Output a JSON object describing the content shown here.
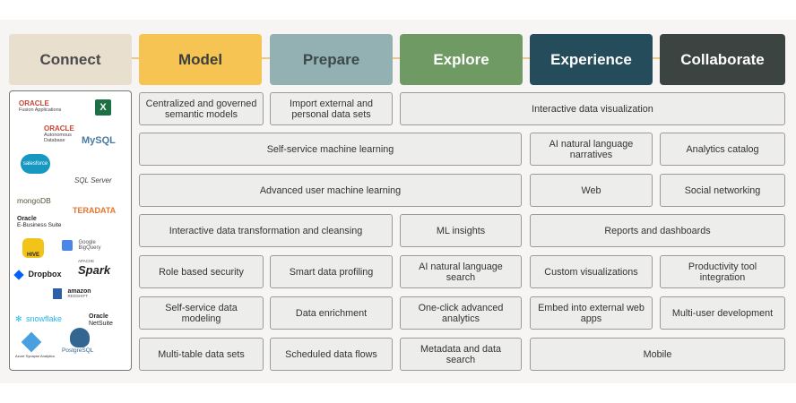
{
  "headers": [
    {
      "label": "Connect",
      "color": "#e8dfcf",
      "text": "#4a4a4a"
    },
    {
      "label": "Model",
      "color": "#f6c453",
      "text": "#3e3e3e"
    },
    {
      "label": "Prepare",
      "color": "#93b1b3",
      "text": "#3c4a4c"
    },
    {
      "label": "Explore",
      "color": "#6f9a64",
      "text": "#ffffff"
    },
    {
      "label": "Experience",
      "color": "#254c5b",
      "text": "#ffffff"
    },
    {
      "label": "Collaborate",
      "color": "#3c4441",
      "text": "#ffffff"
    }
  ],
  "sources": [
    {
      "id": "oracle-fusion",
      "l1": "ORACLE",
      "l2": "Fusion Applications"
    },
    {
      "id": "excel",
      "l1": "X",
      "l2": ""
    },
    {
      "id": "oracle-adb",
      "l1": "ORACLE",
      "l2": "Autonomous Database"
    },
    {
      "id": "mysql",
      "l1": "MySQL",
      "l2": ""
    },
    {
      "id": "salesforce",
      "l1": "salesforce",
      "l2": ""
    },
    {
      "id": "sqlserver",
      "l1": "SQL Server",
      "l2": ""
    },
    {
      "id": "mongodb",
      "l1": "mongoDB",
      "l2": ""
    },
    {
      "id": "teradata",
      "l1": "TERADATA",
      "l2": ""
    },
    {
      "id": "oracle-ebs",
      "l1": "Oracle",
      "l2": "E-Business Suite"
    },
    {
      "id": "hive",
      "l1": "HIVE",
      "l2": ""
    },
    {
      "id": "bigquery",
      "l1": "Google",
      "l2": "BigQuery"
    },
    {
      "id": "dropbox",
      "l1": "Dropbox",
      "l2": ""
    },
    {
      "id": "spark",
      "l1": "APACHE",
      "l2": "Spark"
    },
    {
      "id": "redshift",
      "l1": "amazon",
      "l2": "REDSHIFT"
    },
    {
      "id": "snowflake",
      "l1": "snowflake",
      "l2": ""
    },
    {
      "id": "netsuite",
      "l1": "Oracle",
      "l2": "NetSuite"
    },
    {
      "id": "postgresql",
      "l1": "PostgreSQL",
      "l2": ""
    },
    {
      "id": "synapse",
      "l1": "Azure Synapse Analytics",
      "l2": ""
    }
  ],
  "capabilities": [
    "Centralized and governed semantic models",
    "Import external and personal data sets",
    "Interactive data visualization",
    "Self-service machine learning",
    "AI natural language narratives",
    "Analytics catalog",
    "Advanced user machine learning",
    "Web",
    "Social networking",
    "Interactive data transformation and cleansing",
    "ML insights",
    "Reports and dashboards",
    "Role based security",
    "Smart data profiling",
    "AI natural language search",
    "Custom visualizations",
    "Productivity tool integration",
    "Self-service data modeling",
    "Data enrichment",
    "One-click advanced analytics",
    "Embed into external web apps",
    "Multi-user development",
    "Multi-table data sets",
    "Scheduled data flows",
    "Metadata and data search",
    "Mobile"
  ]
}
